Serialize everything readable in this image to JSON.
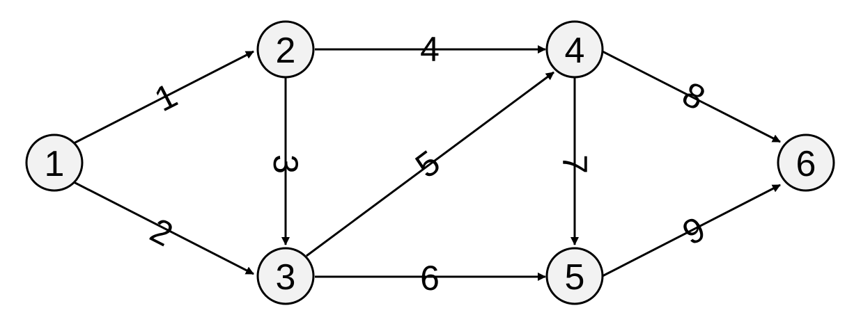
{
  "graph": {
    "nodes": [
      {
        "id": "1",
        "label": "1"
      },
      {
        "id": "2",
        "label": "2"
      },
      {
        "id": "3",
        "label": "3"
      },
      {
        "id": "4",
        "label": "4"
      },
      {
        "id": "5",
        "label": "5"
      },
      {
        "id": "6",
        "label": "6"
      }
    ],
    "edges": [
      {
        "from": "1",
        "to": "2",
        "label": "1"
      },
      {
        "from": "1",
        "to": "3",
        "label": "2"
      },
      {
        "from": "2",
        "to": "3",
        "label": "3"
      },
      {
        "from": "2",
        "to": "4",
        "label": "4"
      },
      {
        "from": "3",
        "to": "4",
        "label": "5"
      },
      {
        "from": "3",
        "to": "5",
        "label": "6"
      },
      {
        "from": "4",
        "to": "5",
        "label": "7"
      },
      {
        "from": "4",
        "to": "6",
        "label": "8"
      },
      {
        "from": "5",
        "to": "6",
        "label": "9"
      }
    ]
  }
}
